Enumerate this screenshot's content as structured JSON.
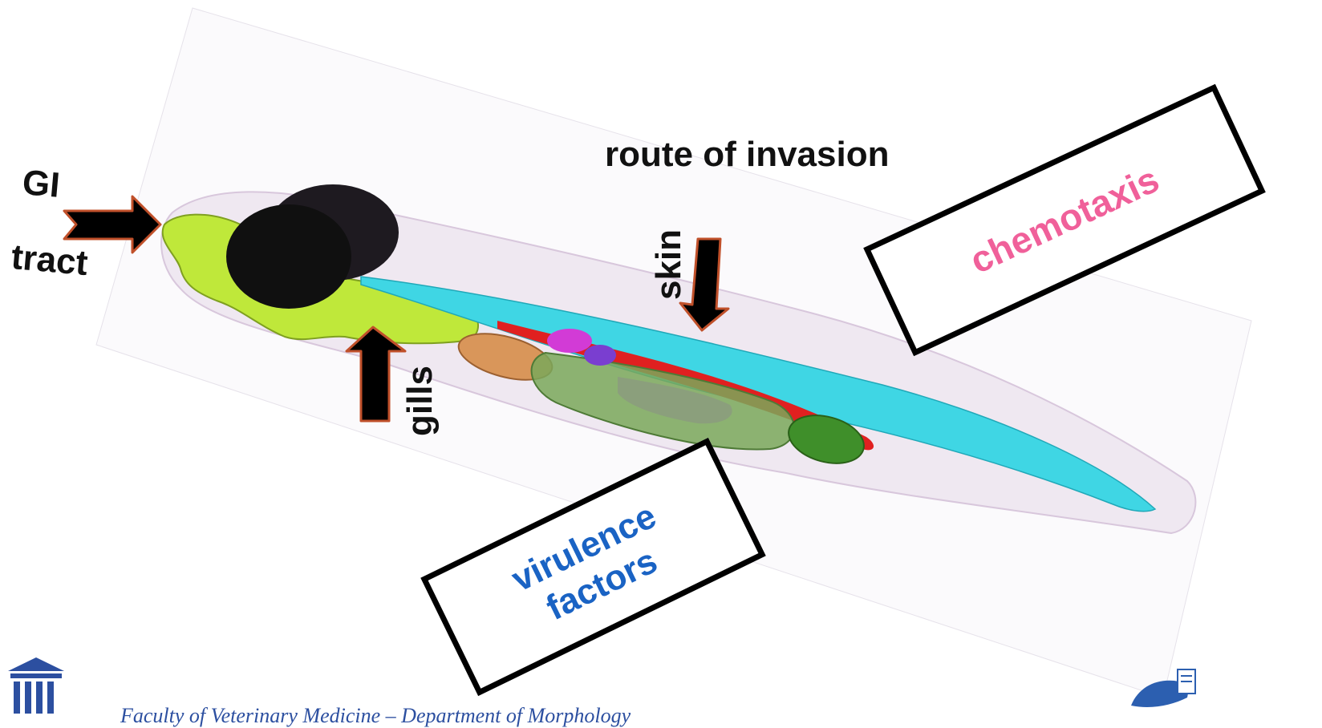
{
  "labels": {
    "title": "route of invasion",
    "gi_line1": "GI",
    "gi_line2": "tract",
    "skin": "skin",
    "gills": "gills",
    "chemotaxis": "chemotaxis",
    "virulence_line1": "virulence",
    "virulence_line2": "factors"
  },
  "footer": {
    "text": "Faculty of Veterinary Medicine – Department of Morphology"
  },
  "colors": {
    "chemotaxis": "#f0609a",
    "virulence": "#1a63c4",
    "gut_green": "#bfe83a",
    "notochord_cyan": "#3fd6e4",
    "intestine_green": "#7aa85a",
    "arrow_fill": "#000000",
    "arrow_outline": "#c0502a"
  }
}
